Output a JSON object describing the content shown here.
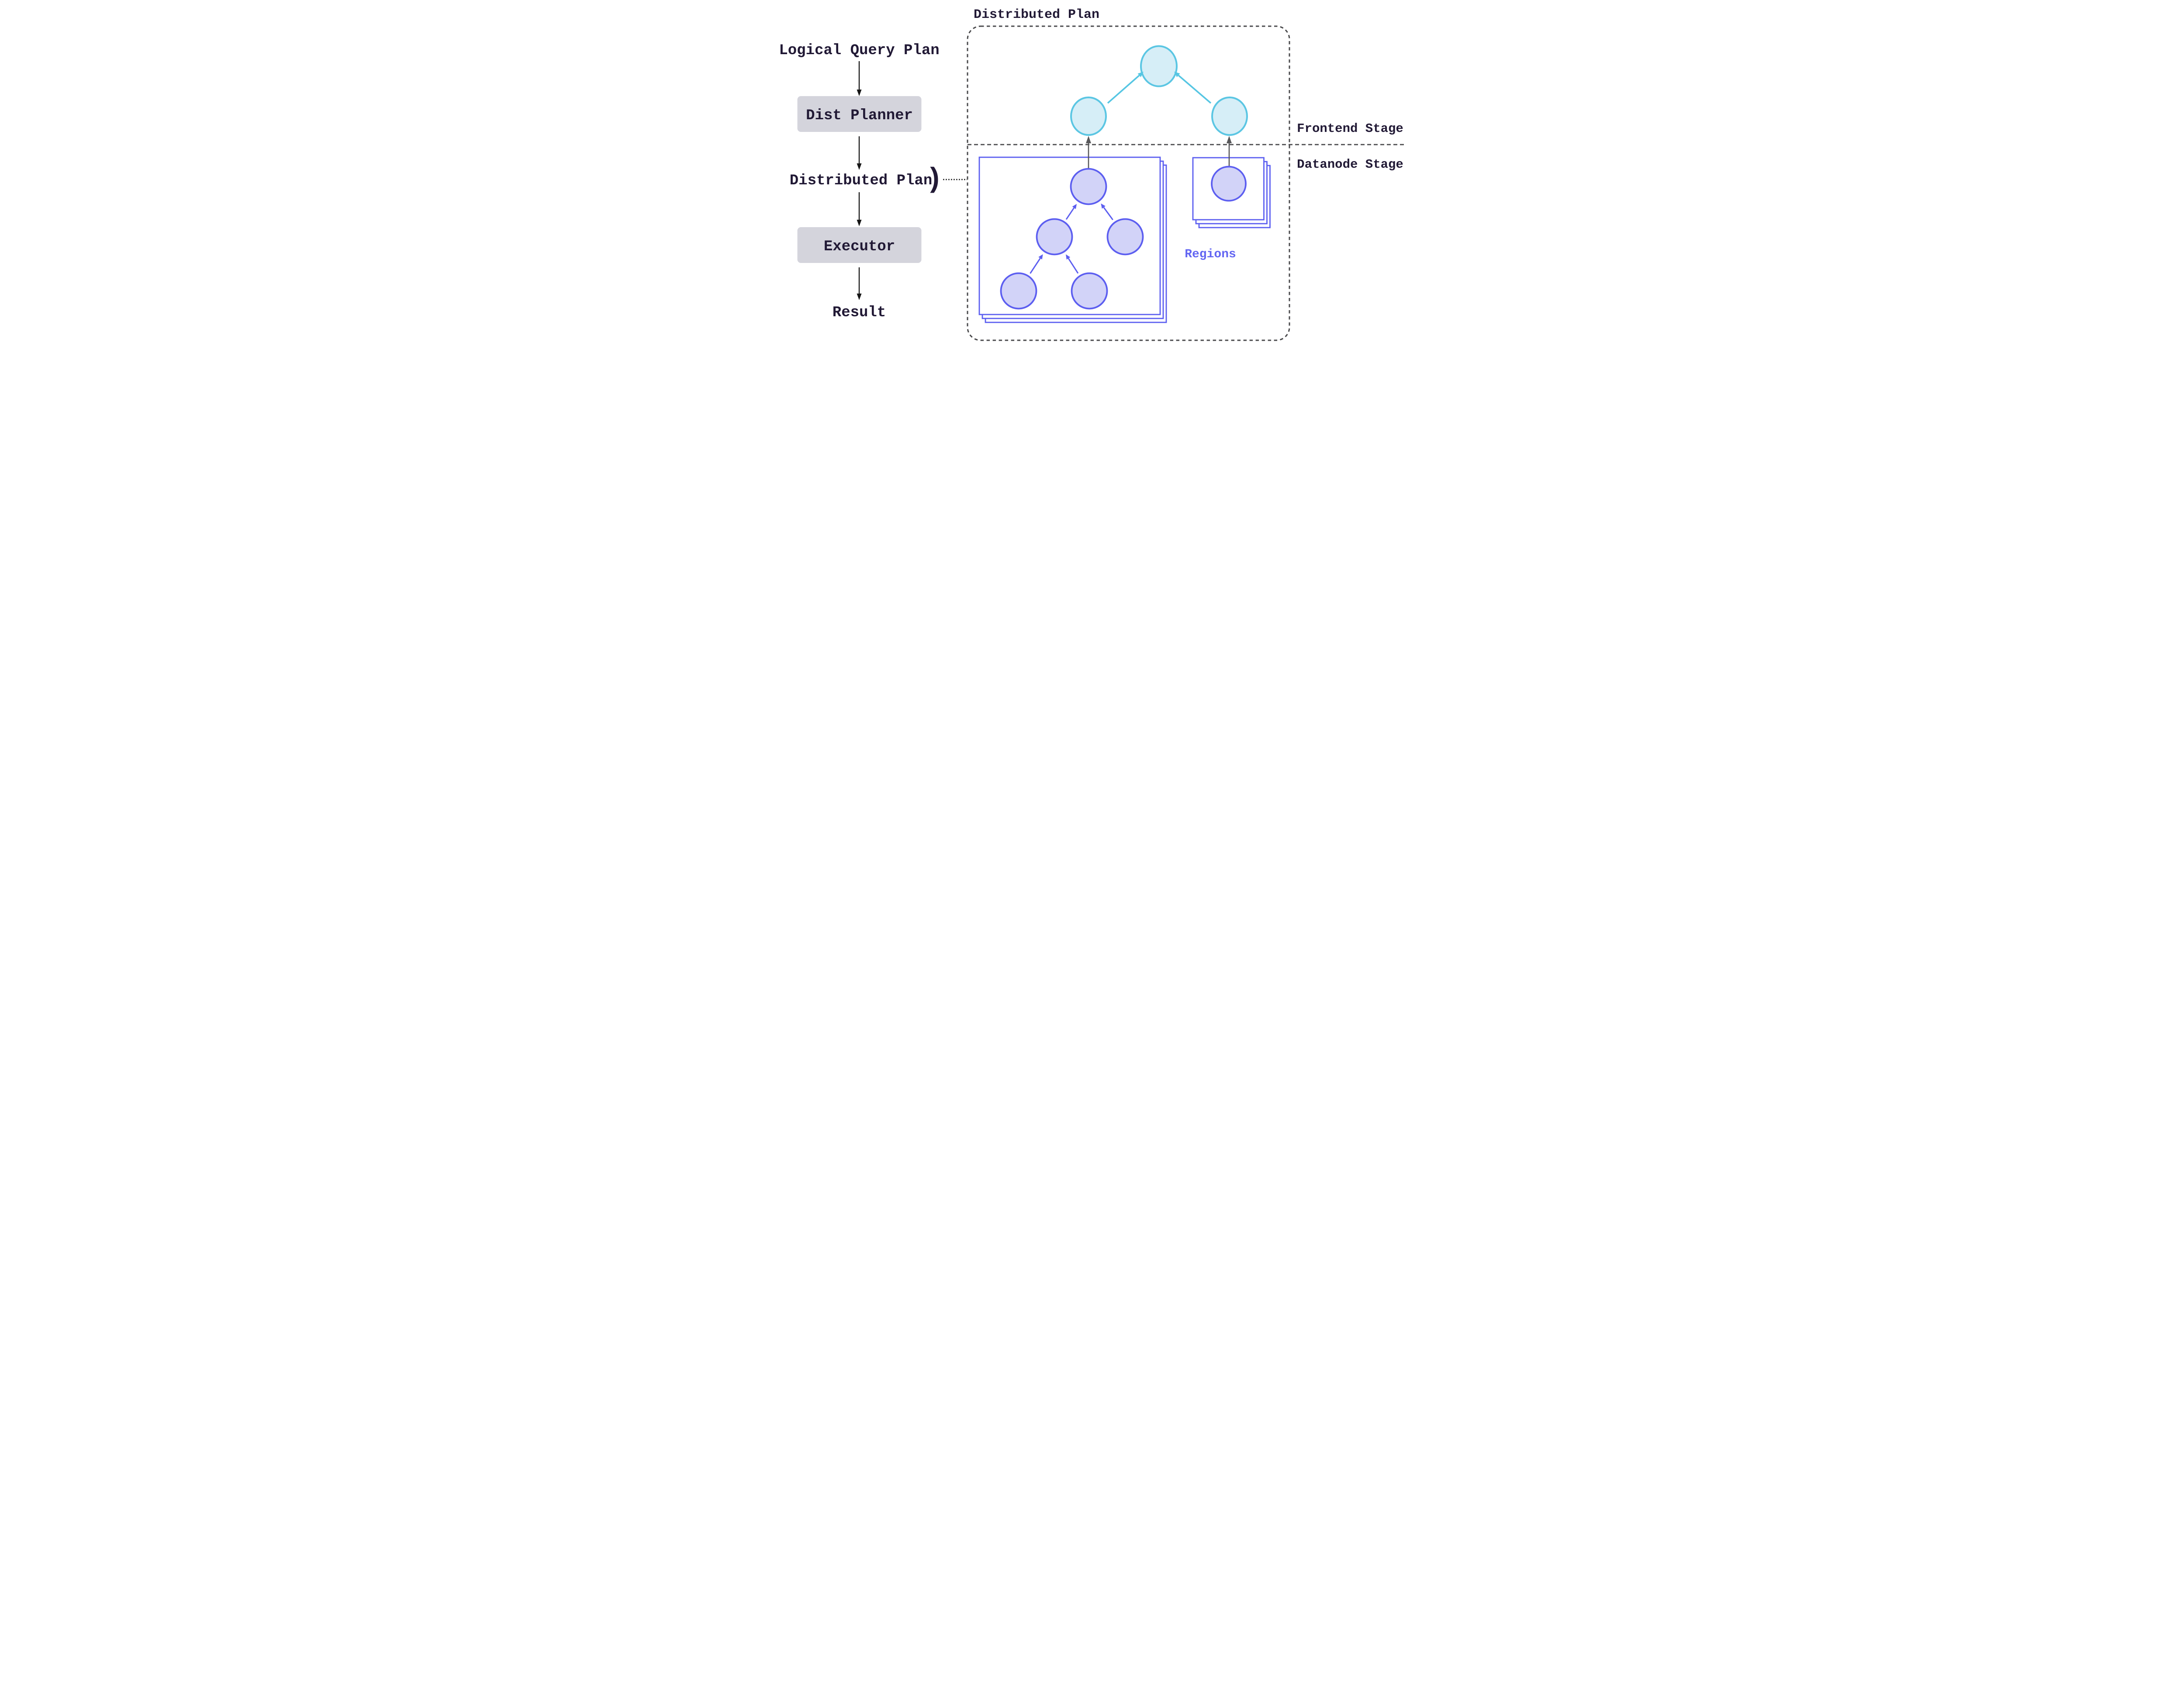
{
  "colors": {
    "ink": "#211935",
    "arrow_black": "#161616",
    "dash_gray": "#4a4a4c",
    "process_box_fill": "#d4d4dc",
    "frontend_node_fill": "#d6eef7",
    "frontend_node_stroke": "#5bc6e3",
    "frontend_arrow": "#56c6e3",
    "datanode_node_fill": "#d2d3f8",
    "datanode_node_stroke": "#5c5ef0",
    "region_box_stroke": "#5b5ef0",
    "regions_label_color": "#6366f2"
  },
  "left_flow": {
    "input_label": "Logical Query Plan",
    "planner_label": "Dist Planner",
    "plan_label": "Distributed Plan",
    "plan_brace": ")",
    "executor_label": "Executor",
    "output_label": "Result"
  },
  "plan_detail": {
    "title": "Distributed Plan",
    "frontend_stage_label": "Frontend Stage",
    "datanode_stage_label": "Datanode Stage",
    "regions_label": "Regions"
  }
}
